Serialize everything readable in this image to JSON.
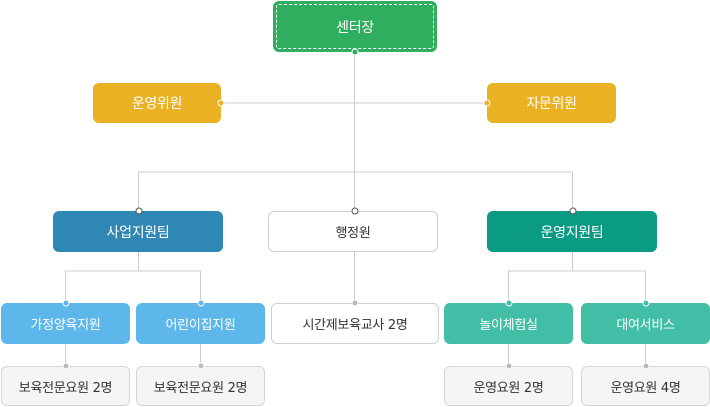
{
  "org": {
    "head": "센터장",
    "committee_ops": "운영위원",
    "committee_advisory": "자문위원",
    "team_business": "사업지원팀",
    "admin": "행정원",
    "team_operations": "운영지원팀",
    "unit_family": "가정양육지원",
    "unit_daycare": "어린이집지원",
    "unit_part_time": "시간제보육교사 2명",
    "unit_play": "놀이체험실",
    "unit_rental": "대여서비스",
    "staff_family": "보육전문요원 2명",
    "staff_daycare": "보육전문요원 2명",
    "staff_play": "운영요원 2명",
    "staff_rental": "운영요원 4명"
  },
  "colors": {
    "head": "#2fae5f",
    "committee": "#eab223",
    "team_business": "#2f87b4",
    "team_operations": "#0b9a83",
    "unit_business": "#5db7ea",
    "unit_operations": "#42bea6",
    "line": "#cccccc"
  }
}
